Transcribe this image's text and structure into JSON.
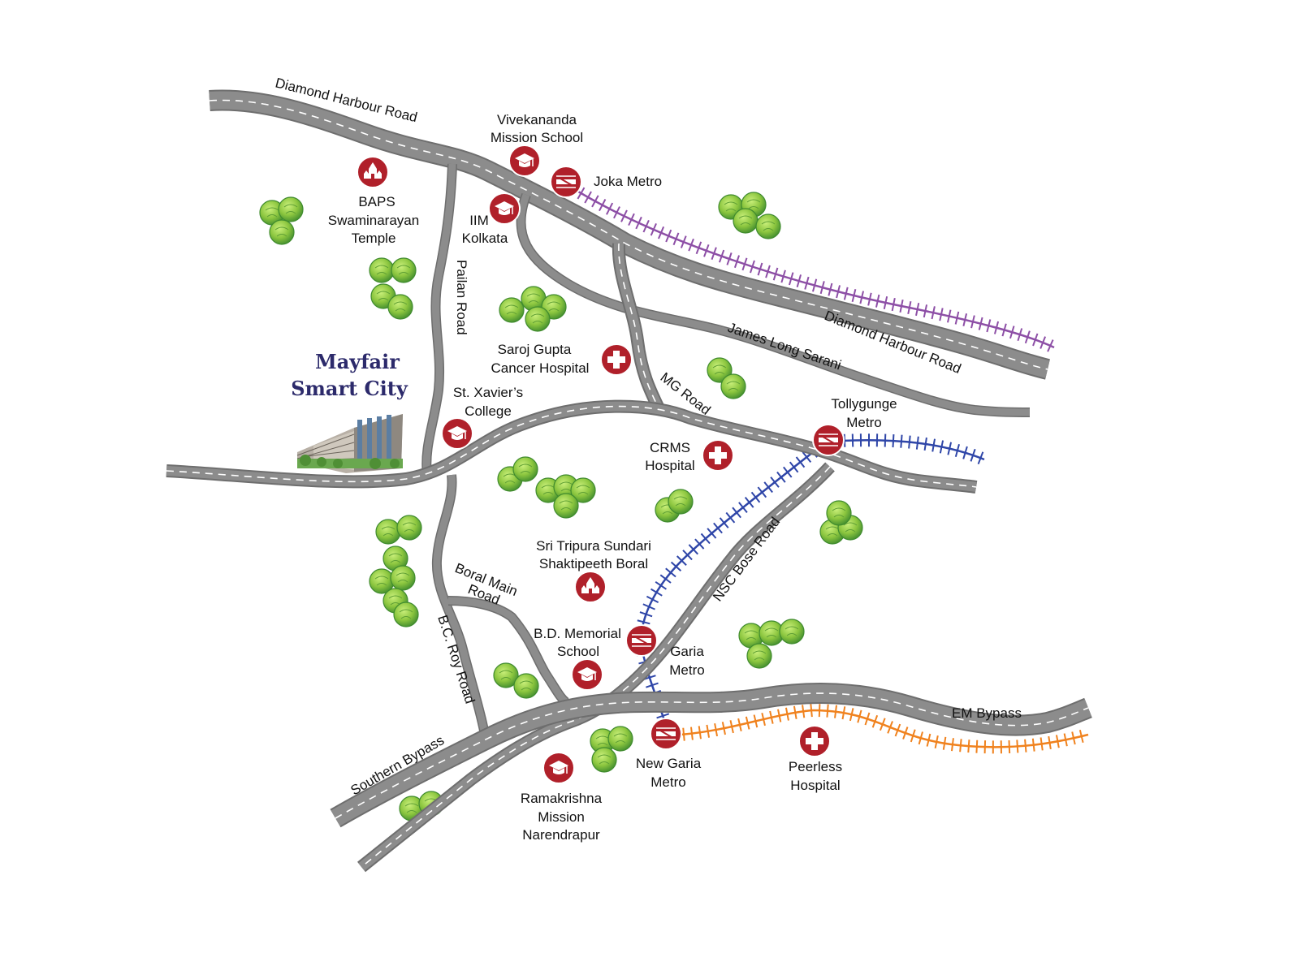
{
  "project": {
    "name_line1": "Mayfair",
    "name_line2": "Smart City"
  },
  "colors": {
    "road": "#8c8c8c",
    "road_edge": "#6e6e6e",
    "marker": "#b0202a",
    "metro_purple": "#8d4fa6",
    "metro_blue": "#2f46a8",
    "metro_orange": "#f0821e",
    "tree_light": "#9bd14a",
    "tree_dark": "#3f8b2e",
    "title": "#2c2a6b"
  },
  "roads": {
    "diamond_harbour_top": "Diamond Harbour Road",
    "diamond_harbour_right": "Diamond Harbour Road",
    "pailan": "Pailan Road",
    "james_long": "James Long Sarani",
    "mg": "MG Road",
    "nsc_bose": "NSC Bose Road",
    "boral_main_line1": "Boral Main",
    "boral_main_line2": "Road",
    "bc_roy": "B.C. Roy Road",
    "southern_bypass": "Southern Bypass",
    "em_bypass": "EM Bypass"
  },
  "places": {
    "vivekananda": {
      "icon": "school-icon",
      "line1": "Vivekananda",
      "line2": "Mission School"
    },
    "joka": {
      "icon": "metro-icon",
      "line1": "Joka Metro"
    },
    "baps": {
      "icon": "temple-icon",
      "line1": "BAPS",
      "line2": "Swaminarayan",
      "line3": "Temple"
    },
    "iim": {
      "icon": "school-icon",
      "line1": "IIM",
      "line2": "Kolkata"
    },
    "saroj": {
      "icon": "hospital-icon",
      "line1": "Saroj Gupta",
      "line2": "Cancer Hospital"
    },
    "xavier": {
      "icon": "school-icon",
      "line1": "St. Xavier’s",
      "line2": "College"
    },
    "tollygunge": {
      "icon": "metro-icon",
      "line1": "Tollygunge",
      "line2": "Metro"
    },
    "crms": {
      "icon": "hospital-icon",
      "line1": "CRMS",
      "line2": "Hospital"
    },
    "tripura": {
      "icon": "temple-icon",
      "line1": "Sri Tripura Sundari",
      "line2": "Shaktipeeth Boral"
    },
    "bd": {
      "icon": "school-icon",
      "line1": "B.D. Memorial",
      "line2": "School"
    },
    "garia": {
      "icon": "metro-icon",
      "line1": "Garia",
      "line2": "Metro"
    },
    "newgaria": {
      "icon": "metro-icon",
      "line1": "New Garia",
      "line2": "Metro"
    },
    "peerless": {
      "icon": "hospital-icon",
      "line1": "Peerless",
      "line2": "Hospital"
    },
    "ramakrishna": {
      "icon": "school-icon",
      "line1": "Ramakrishna",
      "line2": "Mission",
      "line3": "Narendrapur"
    }
  }
}
